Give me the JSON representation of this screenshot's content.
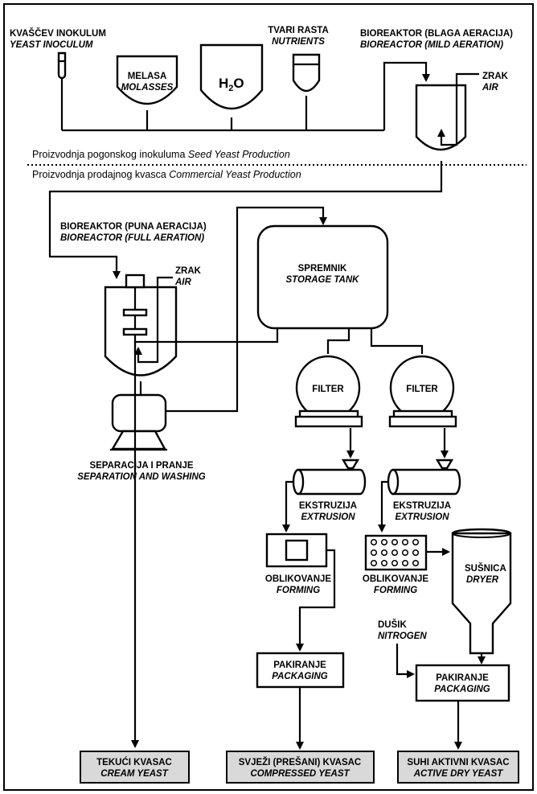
{
  "labels": {
    "yeast_inoculum_hr": "KVAŠČEV INOKULUM",
    "yeast_inoculum_en": "YEAST INOCULUM",
    "molasses_hr": "MELASA",
    "molasses_en": "MOLASSES",
    "water_h": "H",
    "water_sub": "2",
    "water_o": "O",
    "nutrients_hr": "TVARI RASTA",
    "nutrients_en": "NUTRIENTS",
    "bio_mild_hr": "BIOREAKTOR (BLAGA AERACIJA)",
    "bio_mild_en": "BIOREACTOR (MILD AERATION)",
    "air1_hr": "ZRAK",
    "air1_en": "AIR",
    "seed_prefix": "Proizvodnja pogonskog inokuluma ",
    "seed_en": "Seed Yeast Production",
    "commercial_prefix": "Proizvodnja prodajnog kvasca ",
    "commercial_en": "Commercial Yeast Production",
    "bio_full_hr": "BIOREAKTOR (PUNA AERACIJA)",
    "bio_full_en": "BIOREACTOR (FULL  AERATION)",
    "air2_hr": "ZRAK",
    "air2_en": "AIR",
    "storage_hr": "SPREMNIK",
    "storage_en": "STORAGE TANK",
    "filter1": "FILTER",
    "filter2": "FILTER",
    "separation_hr": "SEPARACIJA I PRANJE",
    "separation_en": "SEPARATION AND WASHING",
    "extrusion1_hr": "EKSTRUZIJA",
    "extrusion1_en": "EXTRUSION",
    "extrusion2_hr": "EKSTRUZIJA",
    "extrusion2_en": "EXTRUSION",
    "forming1_hr": "OBLIKOVANJE",
    "forming1_en": "FORMING",
    "forming2_hr": "OBLIKOVANJE",
    "forming2_en": "FORMING",
    "dryer_hr": "SUŠNICA",
    "dryer_en": "DRYER",
    "nitrogen_hr": "DUŠIK",
    "nitrogen_en": "NITROGEN",
    "packaging1_hr": "PAKIRANJE",
    "packaging1_en": "PACKAGING",
    "packaging2_hr": "PAKIRANJE",
    "packaging2_en": "PACKAGING",
    "cream_hr": "TEKUĆI KVASAC",
    "cream_en": "CREAM YEAST",
    "compressed_hr": "SVJEŽI (PREŠANI) KVASAC",
    "compressed_en": "COMPRESSED YEAST",
    "dry_hr": "SUHI AKTIVNI KVASAC",
    "dry_en": "ACTIVE DRY YEAST"
  }
}
